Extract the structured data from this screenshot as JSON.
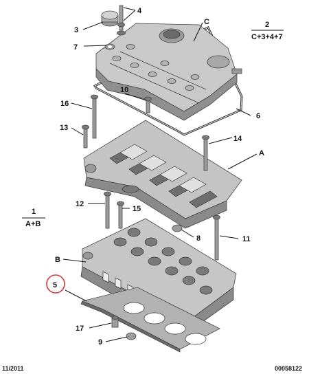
{
  "labels": {
    "l1": "1",
    "l1_sub": "A+B",
    "l2": "2",
    "l2_sub": "C+3+4+7",
    "l3": "3",
    "l4": "4",
    "l5": "5",
    "l6": "6",
    "l7": "7",
    "l8": "8",
    "l9": "9",
    "l10": "10",
    "l11": "11",
    "l12": "12",
    "l13": "13",
    "l14": "14",
    "l15": "15",
    "l16": "16",
    "l17": "17",
    "lA": "A",
    "lB": "B",
    "lC": "C"
  },
  "footer": {
    "date": "11/2011",
    "ref": "00058122"
  },
  "colors": {
    "part_fill": "#c9c9c9",
    "part_shadow": "#8f8f8f",
    "part_dark": "#5e5e5e",
    "highlight": "#d23a3a"
  }
}
